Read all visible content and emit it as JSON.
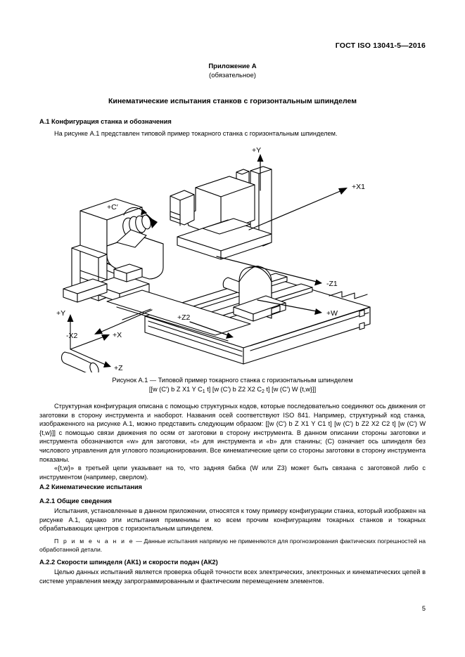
{
  "header": {
    "standard": "ГОСТ ISO 13041-5—2016"
  },
  "annex": {
    "label": "Приложение А",
    "status": "(обязательное)",
    "title": "Кинематические испытания станков с горизонтальным шпинделем"
  },
  "sections": {
    "a1": {
      "heading": "А.1 Конфигурация станка и обозначения",
      "intro": "На рисунке А.1 представлен типовой пример токарного станка с горизонтальным шпинделем.",
      "p1": "Структурная конфигурация описана с помощью структурных кодов, которые последовательно соединяют ось движения от заготовки в сторону инструмента и наоборот. Названия осей соответствуют ISO 841. Например, структурный код станка, изображенного на рисунке А.1, можно представить следующим образом: [[w (C′) b Z X1 Y C1 t] [w (C′) b Z2 X2 C2 t] [w (C′) W {t,w}]] с помощью связи движения по осям от заготовки в сторону инструмента. В данном описании стороны заготовки и инструмента обозначаются «w» для заготовки, «t» для инструмента и «b» для станины; (C) означает ось шпинделя без числового управления для углового позиционирования. Все кинематические цепи со стороны заготовки в сторону инструмента показаны.",
      "p2": "«{t,w}» в третьей цепи указывает на то, что задняя бабка (W или Z3) может быть связана с заготовкой либо с инструментом (например, сверлом)."
    },
    "a2": {
      "heading": "А.2 Кинематические испытания",
      "a21": {
        "heading": "А.2.1 Общие сведения",
        "p1": "Испытания, установленные в данном приложении, относятся к тому примеру конфигурации станка, который изображен на рисунке А.1, однако эти испытания применимы и ко всем прочим конфигурациям токарных станков и токарных обрабатывающих центров с горизонтальным шпинделем.",
        "note_label": "П р и м е ч а н и е",
        "note_dash": "—",
        "note_text": "Данные испытания напрямую не применяются для прогнозирования фактических погрешностей на обработанной детали."
      },
      "a22": {
        "heading": "А.2.2 Скорости шпинделя (АК1) и скорости подач (АК2)",
        "p1": "Целью данных испытаний является проверка общей точности всех электрических, электронных и кинематических цепей в системе управления между запрограммированным и фактическим перемещением элементов."
      }
    }
  },
  "figure": {
    "caption": "Рисунок А.1 — Типовой пример токарного станка с горизонтальным шпинделем",
    "code_parts": {
      "seg1": "[[w (C′) b Z X1 Y C",
      "sub1": "1",
      "seg2": " t] [w (C′) b Z2 X2 C",
      "sub2": "2",
      "seg3": " t] [w (C′) W {t,w}]]"
    },
    "axis_labels": {
      "y_top": "+Y",
      "c_prime": "+C′",
      "x1": "+X1",
      "z1": "-Z1",
      "w": "+W",
      "z2": "+Z2",
      "x2": "-X2",
      "triad_y": "+Y",
      "triad_x": "+X",
      "triad_z": "+Z"
    }
  },
  "footer": {
    "page_number": "5"
  }
}
